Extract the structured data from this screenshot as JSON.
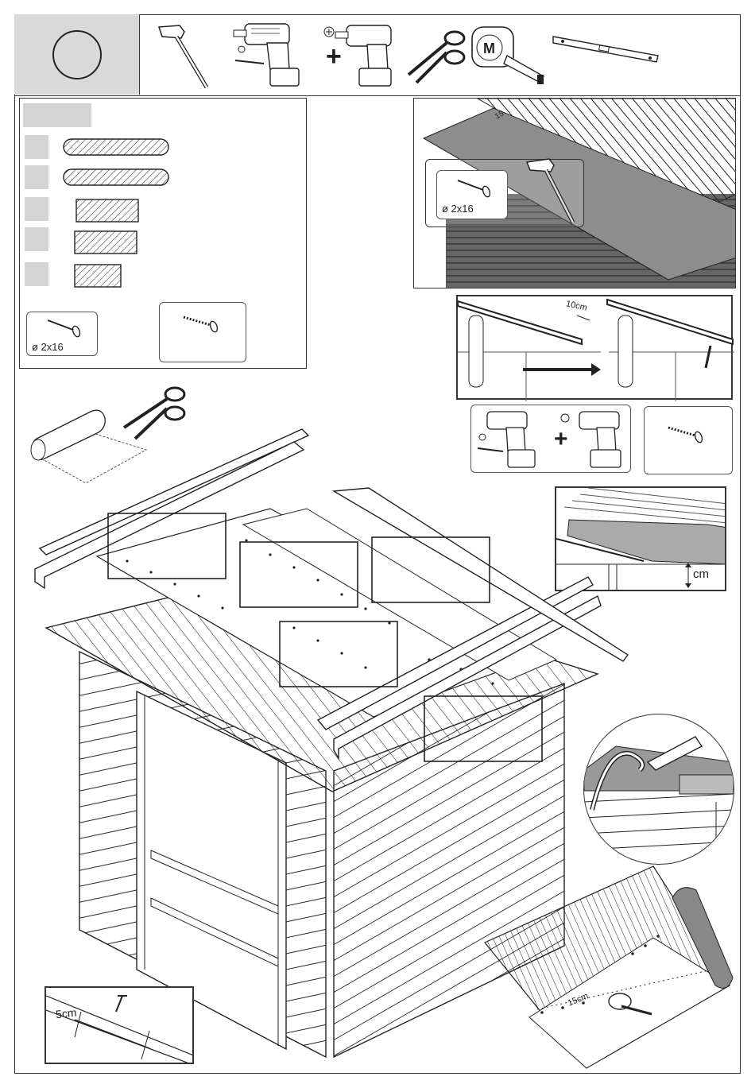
{
  "header": {
    "step_number": "",
    "tools": [
      "hammer-icon",
      "drill-bit-icon",
      "plus-icon",
      "screwdriver-drill-icon",
      "scissors-icon",
      "tape-measure-icon",
      "spirit-level-icon"
    ],
    "plus_symbol": "+",
    "tape_logo": "M"
  },
  "parts_list": {
    "nail_spec": "ø 2x16"
  },
  "details": {
    "nail_spec": "ø 2x16",
    "offset_label": "10cm",
    "overhang_label": "cm",
    "edge_gap_label": "5cm",
    "nail_spacing_label": "15cm",
    "top_spacing_label": "15",
    "plus_symbol": "+"
  }
}
